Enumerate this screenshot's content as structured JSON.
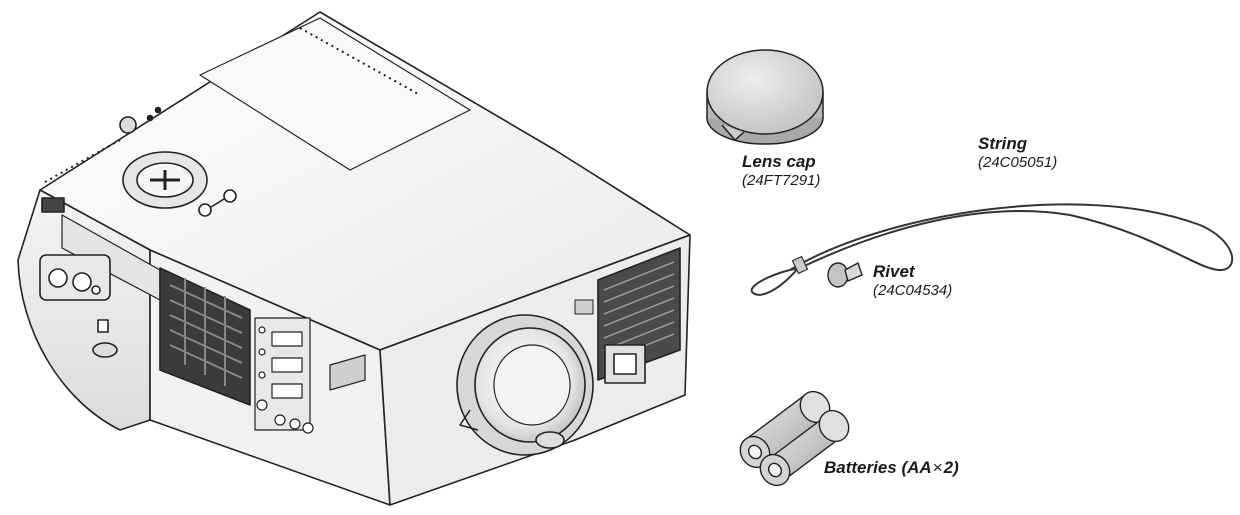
{
  "items": {
    "lens_cap": {
      "name": "Lens cap",
      "part": "(24FT7291)"
    },
    "string": {
      "name": "String",
      "part": "(24C05051)"
    },
    "rivet": {
      "name": "Rivet",
      "part": "(24C04534)"
    },
    "batteries": {
      "name": "Batteries (AA",
      "times": "×",
      "qty": "2)"
    }
  }
}
